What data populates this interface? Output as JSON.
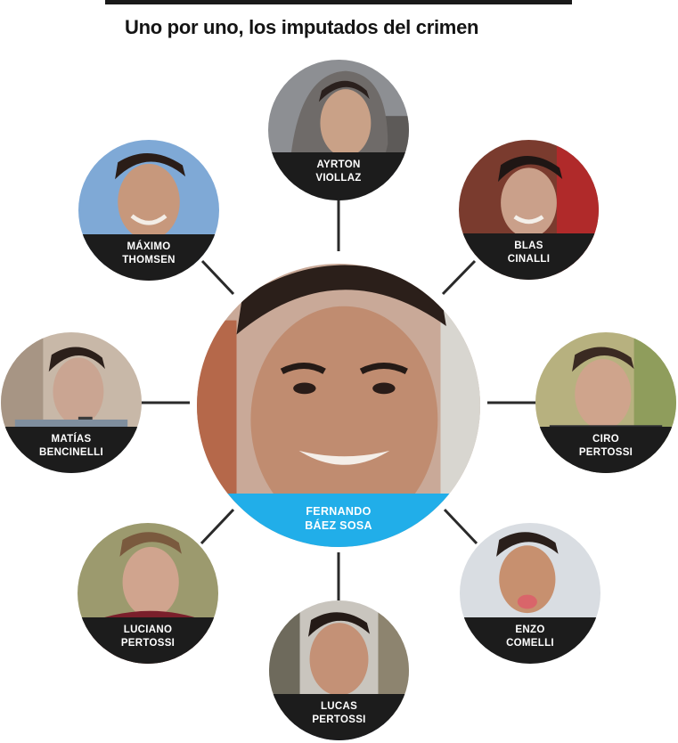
{
  "title": "Uno por uno, los imputados del crimen",
  "victim": {
    "first": "FERNANDO",
    "last": "BÁEZ SOSA"
  },
  "accused": [
    {
      "id": "ayrton",
      "first": "AYRTON",
      "last": "VIOLLAZ"
    },
    {
      "id": "blas",
      "first": "BLAS",
      "last": "CINALLI"
    },
    {
      "id": "maximo",
      "first": "MÁXIMO",
      "last": "THOMSEN"
    },
    {
      "id": "matias",
      "first": "MATÍAS",
      "last": "BENCINELLI"
    },
    {
      "id": "ciro",
      "first": "CIRO",
      "last": "PERTOSSI"
    },
    {
      "id": "luciano",
      "first": "LUCIANO",
      "last": "PERTOSSI"
    },
    {
      "id": "enzo",
      "first": "ENZO",
      "last": "COMELLI"
    },
    {
      "id": "lucas",
      "first": "LUCAS",
      "last": "PERTOSSI"
    }
  ],
  "colors": {
    "victim_band": "#21aee9",
    "accused_band": "#1c1c1c",
    "connector": "#2a2a2a"
  }
}
